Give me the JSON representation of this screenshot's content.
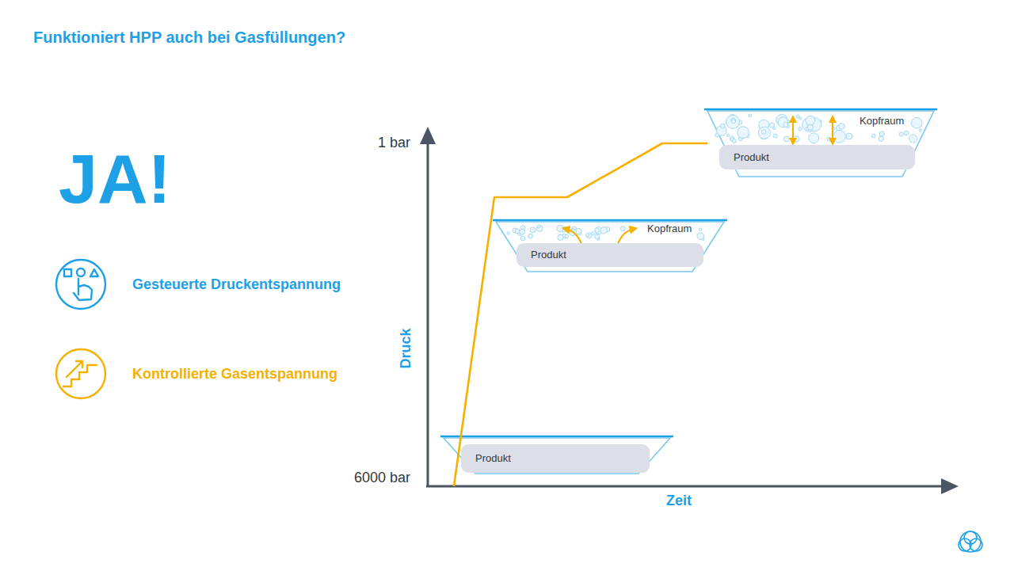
{
  "diagram": {
    "title": "Funktioniert HPP auch bei Gasfüllungen?",
    "nodes": [
      {
        "text": [
          "Produkt"
        ]
      },
      {
        "text": [
          "Kopfraum"
        ]
      },
      {
        "text": [
          "Produkt"
        ],
        "in": 1
      },
      {
        "text": [
          "Kopfraum"
        ]
      },
      {
        "text": [
          "Produkt"
        ],
        "in": 3
      }
    ],
    "labels": [
      "JA!",
      "1 bar",
      "6000 bar",
      "Druck",
      "Zeit"
    ],
    "legend": [
      {
        "text": "Gesteuerte Druckentspannung"
      },
      {
        "text": "Kontrollierte Gasentspannung"
      }
    ]
  }
}
